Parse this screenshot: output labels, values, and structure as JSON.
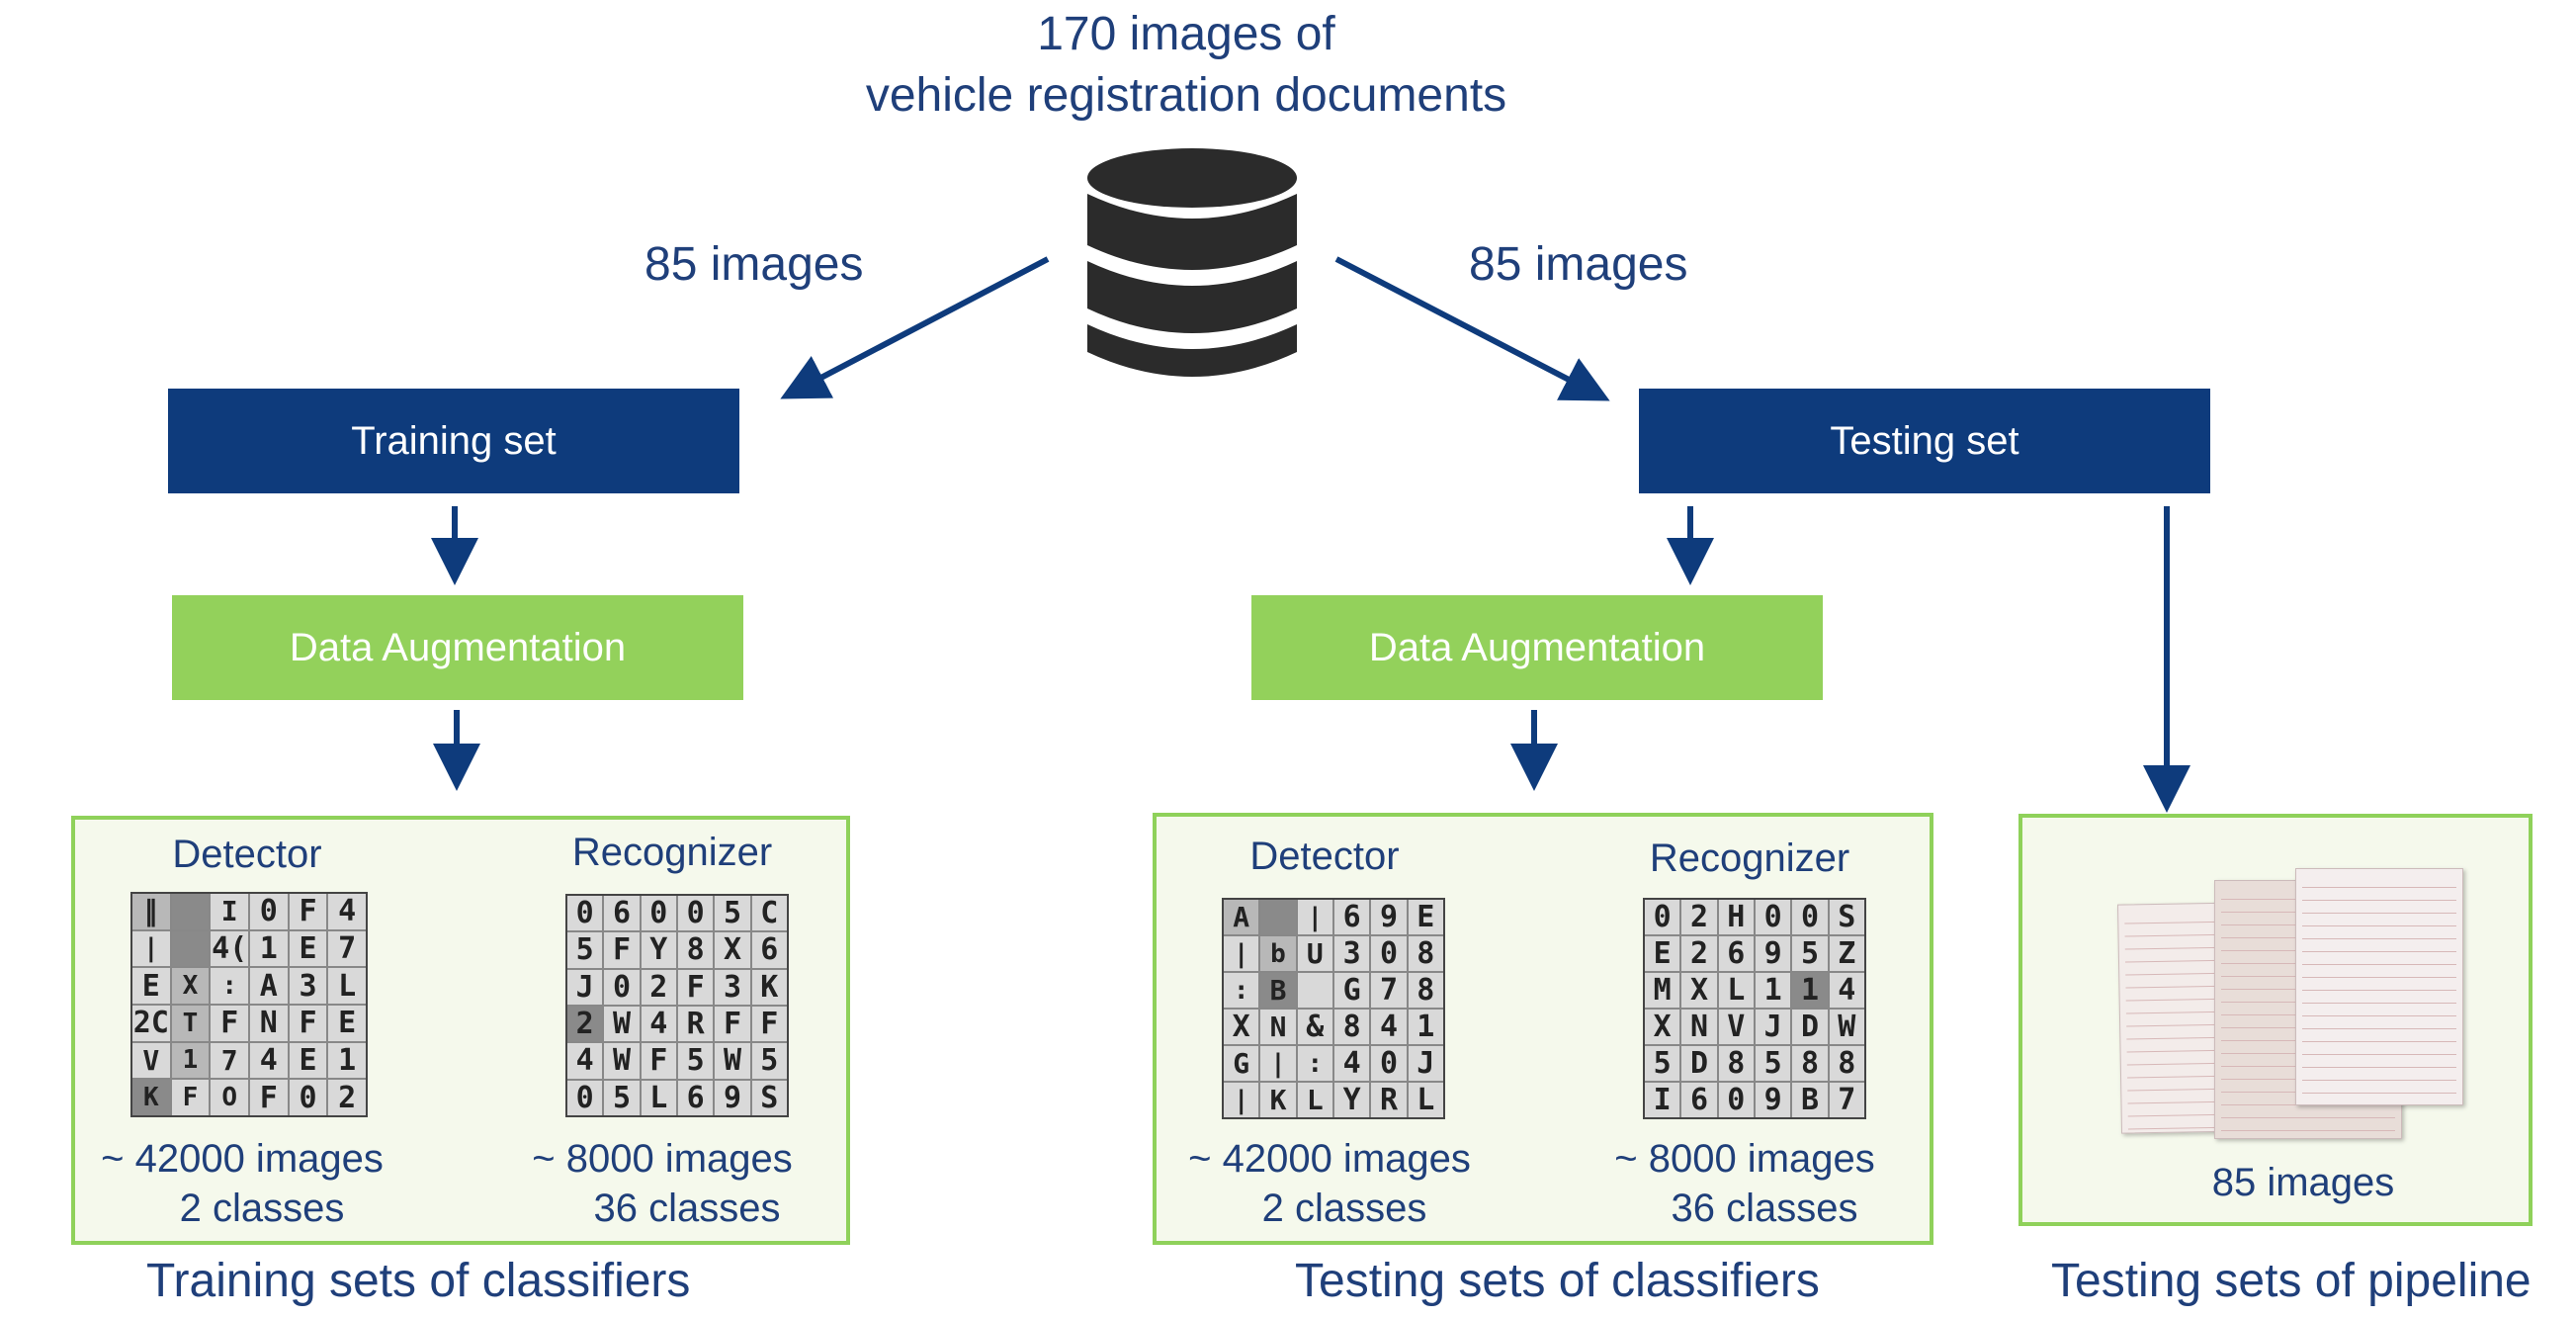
{
  "title": {
    "count": "170",
    "line1_rest": " images of",
    "line2": "vehicle registration documents"
  },
  "left_arrow_label": "85 images",
  "right_arrow_label": "85 images",
  "training_set": "Training set",
  "testing_set": "Testing set",
  "left_aug": "Data Augmentation",
  "right_aug": "Data Augmentation",
  "train_panel": {
    "detector": "Detector",
    "recognizer": "Recognizer",
    "det_count": "~ 42000 images",
    "det_classes": "2 classes",
    "rec_count": "~ 8000 images",
    "rec_classes": "36 classes",
    "caption": "Training sets of classifiers"
  },
  "test_panel": {
    "detector": "Detector",
    "recognizer": "Recognizer",
    "det_count": "~ 42000 images",
    "det_classes": "2 classes",
    "rec_count": "~ 8000 images",
    "rec_classes": "36 classes",
    "caption": "Testing sets of classifiers"
  },
  "pipeline_panel": {
    "count": "85 images",
    "caption": "Testing sets of pipeline"
  },
  "colors": {
    "navy": "#0e3b7c",
    "green": "#93d15b",
    "text": "#1f3f7a",
    "panel_border": "#8fd15a"
  },
  "icons": {
    "database": "database-icon"
  }
}
